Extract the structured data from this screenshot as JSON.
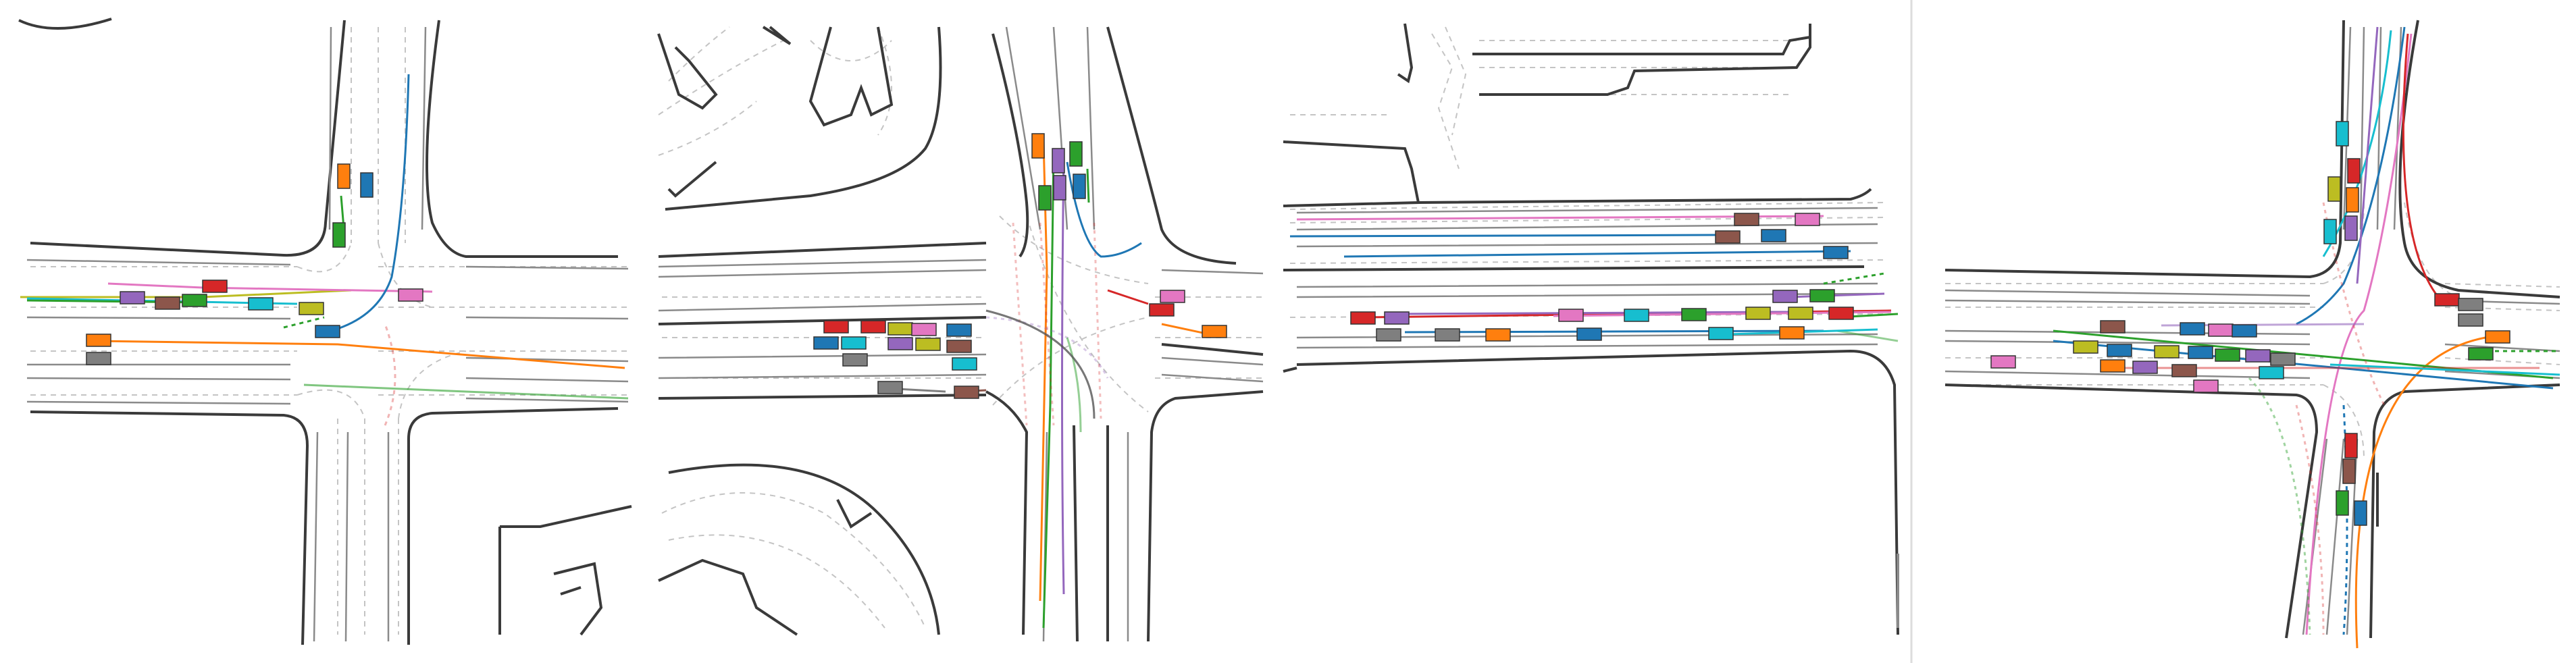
{
  "panels": [
    {
      "id": "intersection-1"
    },
    {
      "id": "intersection-2"
    },
    {
      "id": "straight-road"
    },
    {
      "id": "intersection-3"
    }
  ],
  "colors": {
    "road_edge": "#3a3a3a",
    "lane_line": "#8a8a8a",
    "dashed_lane": "#c4c4c4",
    "divider": "#d6d6d6",
    "agents": [
      "#1f77b4",
      "#ff7f0e",
      "#2ca02c",
      "#d62728",
      "#9467bd",
      "#8c564b",
      "#e377c2",
      "#7f7f7f",
      "#bcbd22",
      "#17becf"
    ]
  }
}
